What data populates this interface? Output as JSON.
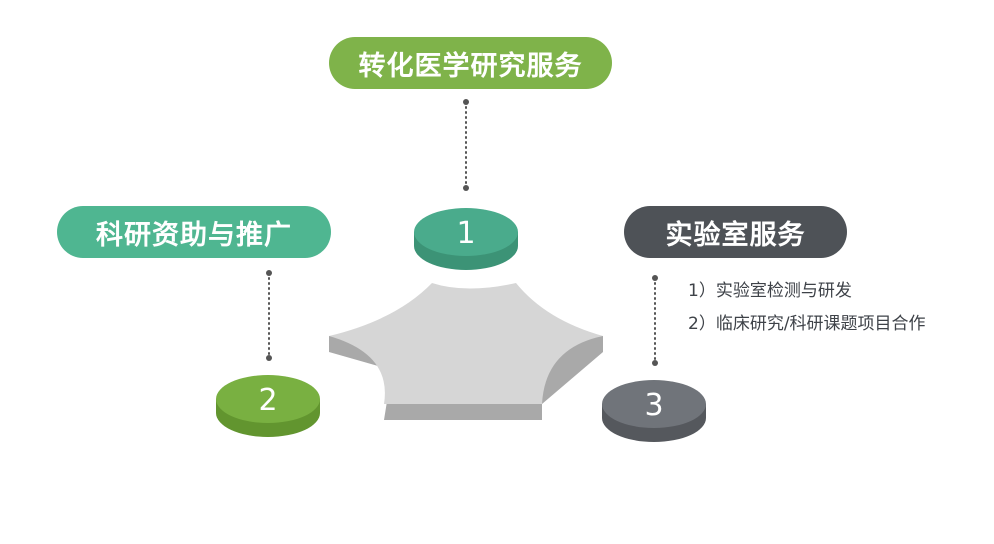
{
  "nodes": [
    {
      "id": "1",
      "title": "转化医学研究服务",
      "number": "1",
      "color": "#7fb34a",
      "disc_color": "#4aab8c"
    },
    {
      "id": "2",
      "title": "科研资助与推广",
      "number": "2",
      "color": "#4fb691",
      "disc_color": "#79b041"
    },
    {
      "id": "3",
      "title": "实验室服务",
      "number": "3",
      "color": "#4e5257",
      "disc_color": "#70747a"
    }
  ],
  "lab_services": {
    "items": [
      "1）实验室检测与研发",
      "2）临床研究/科研课题项目合作"
    ]
  }
}
